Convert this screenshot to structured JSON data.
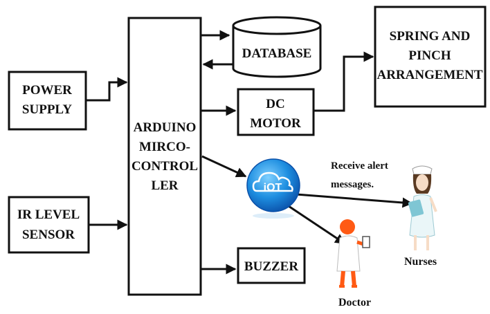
{
  "blocks": {
    "power_supply": [
      "POWER",
      "SUPPLY"
    ],
    "ir_sensor": [
      "IR LEVEL",
      "SENSOR"
    ],
    "arduino": [
      "ARDUINO",
      "MIRCO-",
      "CONTROL",
      "LER"
    ],
    "database": "DATABASE",
    "dc_motor": [
      "DC",
      "MOTOR"
    ],
    "spring": [
      "SPRING AND",
      "PINCH",
      "ARRANGEMENT"
    ],
    "buzzer": "BUZZER"
  },
  "iot": {
    "icon_text": "iOT",
    "alert_text": [
      "Receive alert",
      "messages."
    ]
  },
  "people": {
    "nurses": "Nurses",
    "doctor": "Doctor"
  }
}
